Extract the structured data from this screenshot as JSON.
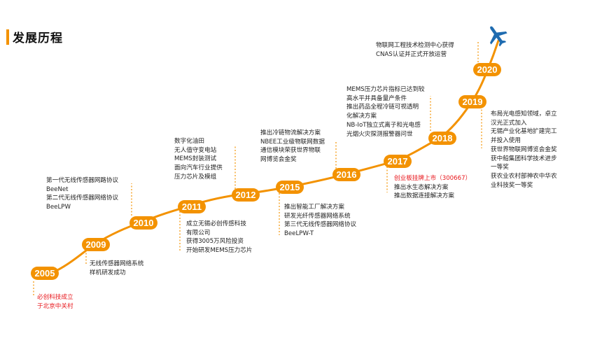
{
  "page": {
    "title": "发展历程"
  },
  "colors": {
    "accent": "#f39200",
    "text": "#222222",
    "highlight": "#e8161b"
  },
  "icons": {
    "plane": "airplane-icon"
  },
  "timeline": [
    {
      "year": "2005",
      "lines": [
        {
          "text": "必创科技成立",
          "highlight": true
        },
        {
          "text": "于北京中关村",
          "highlight": true
        }
      ]
    },
    {
      "year": "2009",
      "lines": [
        {
          "text": "无线传感器网络系统"
        },
        {
          "text": "样机研发成功"
        }
      ]
    },
    {
      "year": "2010",
      "lines": [
        {
          "text": "第一代无线传感器网路协议"
        },
        {
          "text": "BeeNet"
        },
        {
          "text": "第二代无线传感器网络协议"
        },
        {
          "text": "BeeLPW"
        }
      ]
    },
    {
      "year": "2011",
      "lines": [
        {
          "text": "成立无锡必创传感科技"
        },
        {
          "text": "有限公司"
        },
        {
          "text": "获得3005万风险投资"
        },
        {
          "text": "开始研发MEMS压力芯片"
        }
      ]
    },
    {
      "year": "2012",
      "lines": [
        {
          "text": "数字化油田"
        },
        {
          "text": "无人值守变电站"
        },
        {
          "text": "MEMS封装测试"
        },
        {
          "text": "面向汽车行业提供"
        },
        {
          "text": "压力芯片及模组"
        }
      ]
    },
    {
      "year": "2015",
      "lines": [
        {
          "text": "推出智能工厂解决方案"
        },
        {
          "text": "研发光纤传感器网络系统"
        },
        {
          "text": "第三代无线传感器网络协议"
        },
        {
          "text": "BeeLPW-T"
        }
      ]
    },
    {
      "year": "2016",
      "lines": [
        {
          "text": "推出冷链物流解决方案"
        },
        {
          "text": "NBEE工业级物联网数据"
        },
        {
          "text": "通信模块荣获世界物联"
        },
        {
          "text": "网博览会金奖"
        }
      ]
    },
    {
      "year": "2017",
      "lines": [
        {
          "text": "创业板挂牌上市（300667）",
          "highlight": true
        },
        {
          "text": "推出水生态解决方案"
        },
        {
          "text": "推出数据连接解决方案"
        }
      ]
    },
    {
      "year": "2018",
      "lines": [
        {
          "text": "MEMS压力芯片指标已达到较"
        },
        {
          "text": "高水平并具备量产条件"
        },
        {
          "text": "推出药品全程冷链可视透明"
        },
        {
          "text": "化解决方案"
        },
        {
          "text": "NB-IoT独立式离子和光电感"
        },
        {
          "text": "光烟火灾探测报警器问世"
        }
      ]
    },
    {
      "year": "2019",
      "lines": [
        {
          "text": "布局光电感知领域，卓立"
        },
        {
          "text": "汉光正式加入"
        },
        {
          "text": "无锡产业化基地扩建完工"
        },
        {
          "text": "并投入使用"
        },
        {
          "text": "获世界物联网博览会金奖"
        },
        {
          "text": "获中船集团科学技术进步"
        },
        {
          "text": "一等奖"
        },
        {
          "text": "获农业农村部神农中华农"
        },
        {
          "text": "业科技奖一等奖"
        }
      ]
    },
    {
      "year": "2020",
      "lines": [
        {
          "text": "物联网工程技术检测中心获得"
        },
        {
          "text": "CNAS认证并正式开放运营"
        }
      ]
    }
  ]
}
